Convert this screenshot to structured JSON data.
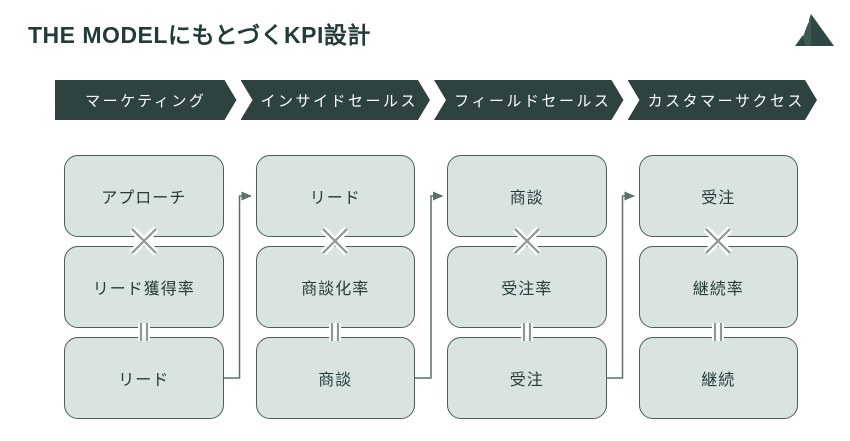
{
  "header": {
    "title": "THE MODELにもとづくKPI設計"
  },
  "stages": [
    {
      "label": "マーケティング",
      "boxes": [
        "アプローチ",
        "リード獲得率",
        "リード"
      ]
    },
    {
      "label": "インサイドセールス",
      "boxes": [
        "リード",
        "商談化率",
        "商談"
      ]
    },
    {
      "label": "フィールドセールス",
      "boxes": [
        "商談",
        "受注率",
        "受注"
      ]
    },
    {
      "label": "カスタマーサクセス",
      "boxes": [
        "受注",
        "継続率",
        "継続"
      ]
    }
  ],
  "operators": {
    "multiply": "×",
    "equals": "＝"
  },
  "colors": {
    "band_background": "#2e4240",
    "band_text": "#ffffff",
    "box_fill": "#d9e3e0",
    "box_border": "#4c5d5a",
    "box_text": "#233c3a",
    "title_text": "#233b39",
    "operator_gray": "#8d9996",
    "connector": "#5c706c",
    "logo_dark": "#2e4744",
    "logo_light": "#3e5955"
  }
}
